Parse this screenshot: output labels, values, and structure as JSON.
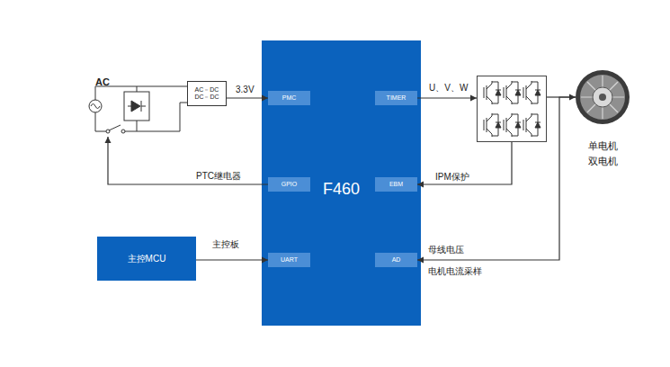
{
  "diagram": {
    "nodes": [
      {
        "text": [
          "AC"
        ]
      },
      {
        "text": [
          "AC－DC",
          "DC－DC"
        ]
      },
      {
        "text": [
          "F460"
        ]
      },
      {
        "text": [
          "PMC"
        ],
        "in": 2
      },
      {
        "text": [
          "TIMER"
        ],
        "in": 2
      },
      {
        "text": [
          "GPIO"
        ],
        "in": 2
      },
      {
        "text": [
          "EBM"
        ],
        "in": 2
      },
      {
        "text": [
          "UART"
        ],
        "in": 2
      },
      {
        "text": [
          "AD"
        ],
        "in": 2
      },
      {
        "text": []
      },
      {
        "text": [
          "单电机 双电机"
        ]
      },
      {
        "text": [
          "主控MCU"
        ]
      }
    ],
    "edges": [
      {
        "from": 1,
        "to": 3,
        "label": "3.3V",
        "arrow": "to"
      },
      {
        "from": 4,
        "to": 9,
        "label": "U、V、W",
        "arrow": "to"
      },
      {
        "from": 9,
        "to": 10,
        "arrow": "to"
      },
      {
        "from": 5,
        "to": 0,
        "label": "PTC继电器",
        "arrow": "to"
      },
      {
        "from": 9,
        "to": 6,
        "label": "IPM保护",
        "arrow": "to"
      },
      {
        "from": 10,
        "to": 8,
        "label": "母线电压",
        "arrow": "to"
      },
      {
        "from": 11,
        "to": 7,
        "label": "主控板",
        "arrow": "to"
      }
    ],
    "labels": [
      "电机电流采样"
    ]
  }
}
